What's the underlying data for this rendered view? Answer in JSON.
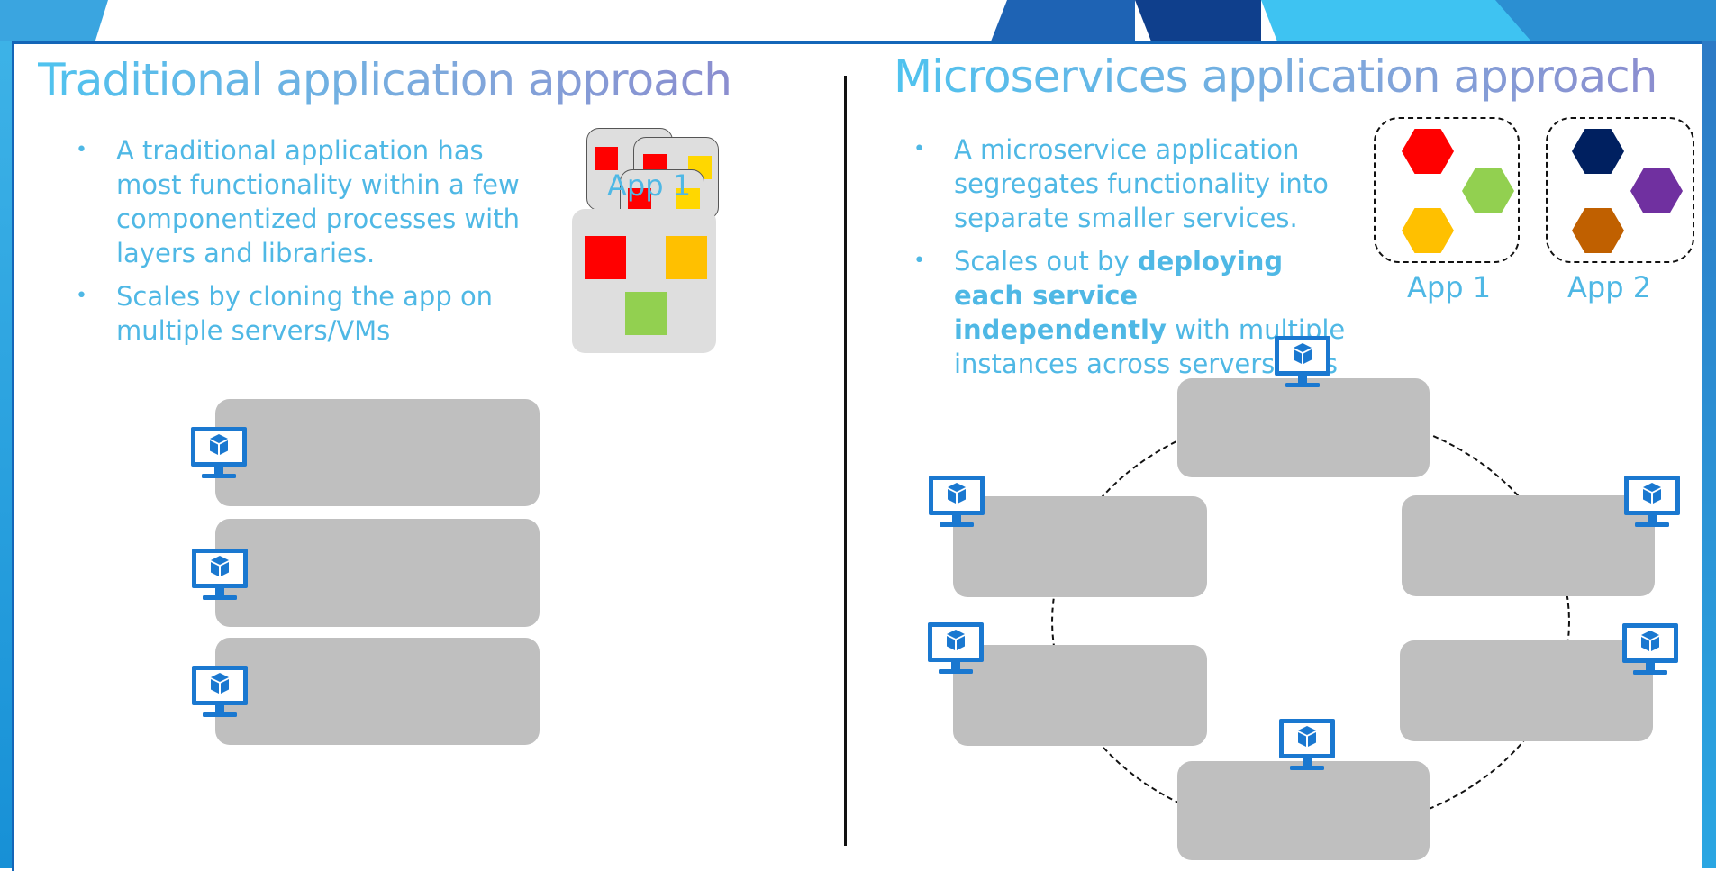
{
  "left": {
    "title": "Traditional application approach",
    "bullets": [
      "A traditional application has most functionality within a few componentized processes with layers and libraries.",
      "Scales by cloning the app on multiple servers/VMs"
    ],
    "app_label": "App 1"
  },
  "right": {
    "title": "Microservices application approach",
    "bullet1": "A microservice application segregates functionality into separate smaller services.",
    "bullet2": {
      "before": "Scales out by ",
      "bold": "deploying each service independently",
      "after": " with multiple instances across servers/VMs"
    },
    "app_labels": [
      "App 1",
      "App 2"
    ]
  },
  "colors": {
    "title_gradient_start": "#4fc3ef",
    "title_gradient_end": "#8b8dcf",
    "bullet_text": "#4fb8e5",
    "server_box": "#bfbfbf",
    "monitor_icon": "#1a78d0",
    "red": "#ff0000",
    "yellow": "#ffc000",
    "green": "#92d050",
    "navy": "#002060",
    "purple": "#7030a0",
    "brown": "#c06000"
  },
  "icons": [
    "vm-monitor-icon",
    "cube-icon",
    "hexagon-service-icon"
  ]
}
